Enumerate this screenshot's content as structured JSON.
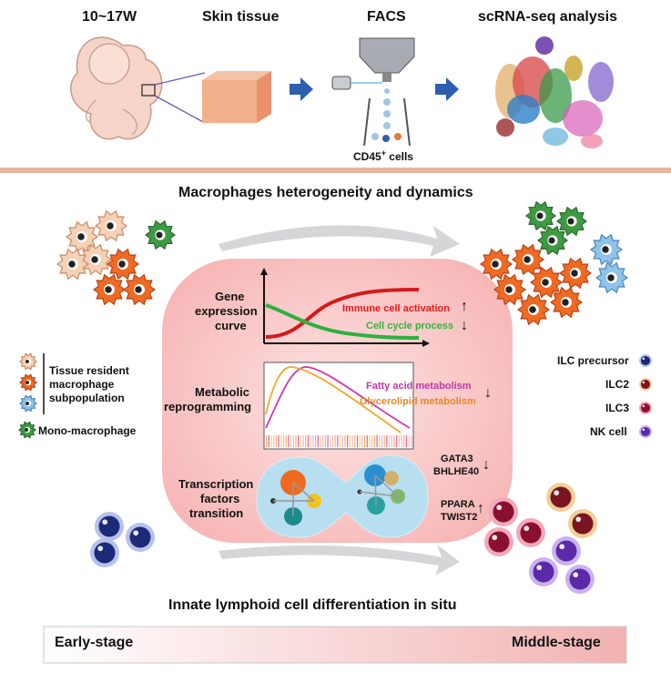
{
  "pipeline": {
    "age": "10~17W",
    "skin_tissue": "Skin tissue",
    "facs": "FACS",
    "scrna": "scRNA-seq analysis",
    "cd45_prefix": "CD45",
    "cd45_sup": "+",
    "cd45_suffix": " cells"
  },
  "macrophage_section": {
    "title": "Macrophages heterogeneity and dynamics"
  },
  "left_legend": {
    "tissue_resident_line1": "Tissue resident",
    "tissue_resident_line2": "macrophage",
    "tissue_resident_line3": "subpopulation",
    "mono_macrophage": "Mono-macrophage"
  },
  "center_panel": {
    "gene_label_1": "Gene",
    "gene_label_2": "expression",
    "gene_label_3": "curve",
    "immune_activation": "Immune cell activation",
    "cell_cycle": "Cell cycle process",
    "metabolic_label_1": "Metabolic",
    "metabolic_label_2": "reprogramming",
    "fatty_acid": "Fatty acid metabolism",
    "glycerolipid": "Glycerolipid metabolism",
    "tf_label_1": "Transcription",
    "tf_label_2": "factors",
    "tf_label_3": "transition",
    "gata3": "GATA3",
    "bhlhe40": "BHLHE40",
    "ppara": "PPARA",
    "twist2": "TWIST2",
    "arrow_up": "↑",
    "arrow_down": "↓"
  },
  "right_legend": {
    "ilc_precursor": "ILC precursor",
    "ilc2": "ILC2",
    "ilc3": "ILC3",
    "nk_cell": "NK cell"
  },
  "ilc_section": {
    "title": "Innate lymphoid cell differentiation in situ"
  },
  "stage_bar": {
    "early": "Early-stage",
    "middle": "Middle-stage"
  },
  "colors": {
    "immune": "#e31c1c",
    "cellcycle": "#2db83d",
    "fatty": "#c03aa6",
    "glycero": "#e68a1e",
    "ilc_precursor": "#2a3a8c",
    "ilc2": "#e3a94a",
    "ilc3": "#a3173b",
    "nk": "#7a3fc6"
  }
}
